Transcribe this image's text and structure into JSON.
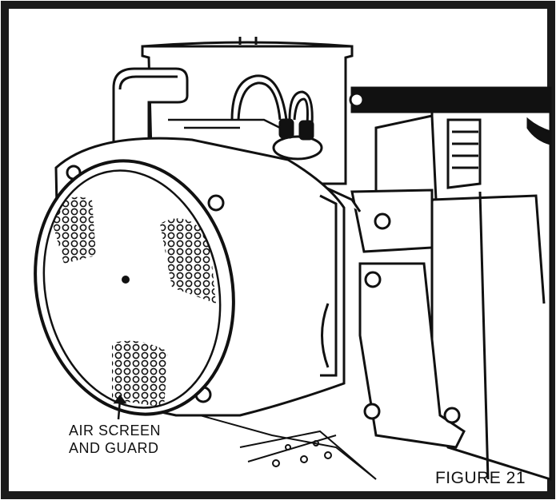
{
  "callout": {
    "line1": "AIR SCREEN",
    "line2": "AND GUARD"
  },
  "figure_label": "FIGURE 21",
  "colors": {
    "ink": "#111111",
    "paper": "#ffffff",
    "frame": "#1a1a1a"
  }
}
